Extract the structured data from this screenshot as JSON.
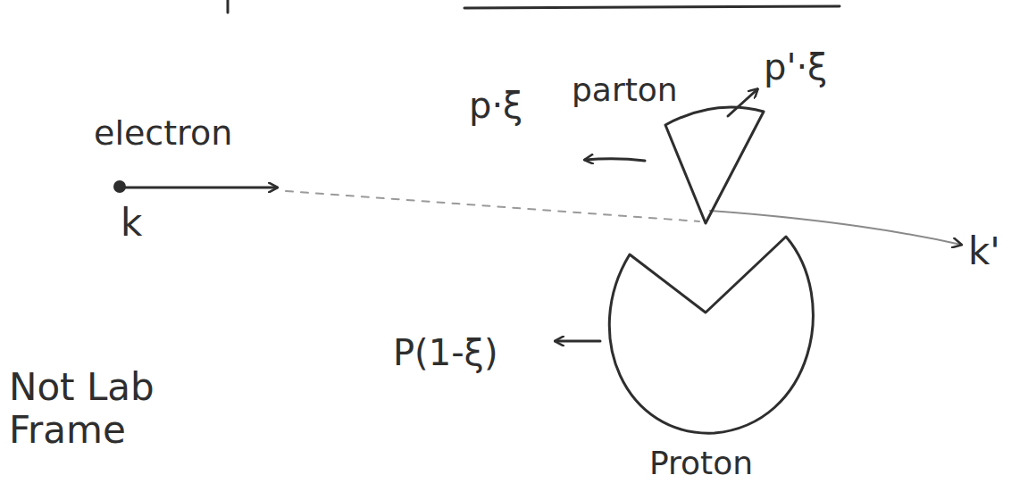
{
  "diagram": {
    "nodes": [
      {
        "text": [
          "parton"
        ]
      },
      {
        "text": [
          "Proton"
        ]
      }
    ],
    "labels": [
      "p·ξ",
      "p'·ξ",
      "electron",
      "k",
      "k'",
      "P(1-ξ)",
      "Not Lab Frame"
    ]
  }
}
